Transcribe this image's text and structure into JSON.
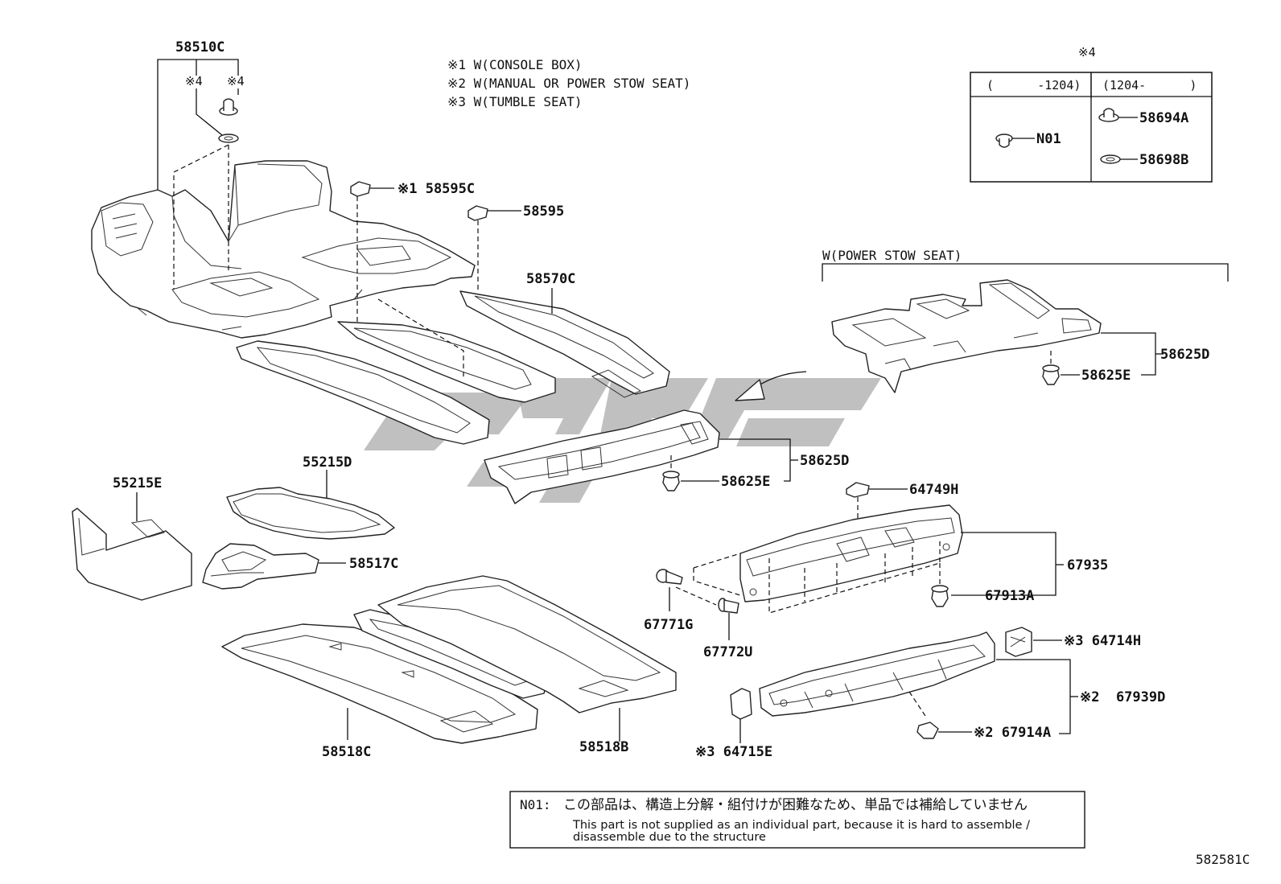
{
  "notes": [
    "※1 W(CONSOLE BOX)",
    "※2 W(MANUAL OR POWER STOW SEAT)",
    "※3 W(TUMBLE SEAT)"
  ],
  "variant_table": {
    "marker": "※4",
    "col1_header": "(      -1204)",
    "col2_header": "(1204-      )",
    "col1_part": "N01",
    "col2_parts": [
      "58694A",
      "58698B"
    ]
  },
  "group_label": "W(POWER STOW SEAT)",
  "parts": {
    "p58510C": "58510C",
    "m4a": "※4",
    "m4b": "※4",
    "p58595C": "※1 58595C",
    "p58595": "58595",
    "p58570C": "58570C",
    "p58625D_top": "58625D",
    "p58625E_top": "58625E",
    "p58625D_mid": "58625D",
    "p58625E_mid": "58625E",
    "p55215D": "55215D",
    "p55215E": "55215E",
    "p58517C": "58517C",
    "p64749H": "64749H",
    "p67935": "67935",
    "p67913A": "67913A",
    "p67771G": "67771G",
    "p67772U": "67772U",
    "p64714H": "※3 64714H",
    "p67939D": "※2  67939D",
    "p67914A": "※2 67914A",
    "p64715E": "※3 64715E",
    "p58518C": "58518C",
    "p58518B": "58518B"
  },
  "footnote": {
    "code": "N01:",
    "jp": "この部品は、構造上分解・組付けが困難なため、単品では補給していません",
    "en1": "This part is not supplied as an individual part, because it is hard to assemble /",
    "en2": "disassemble due to the structure"
  },
  "figure_id": "582581C"
}
